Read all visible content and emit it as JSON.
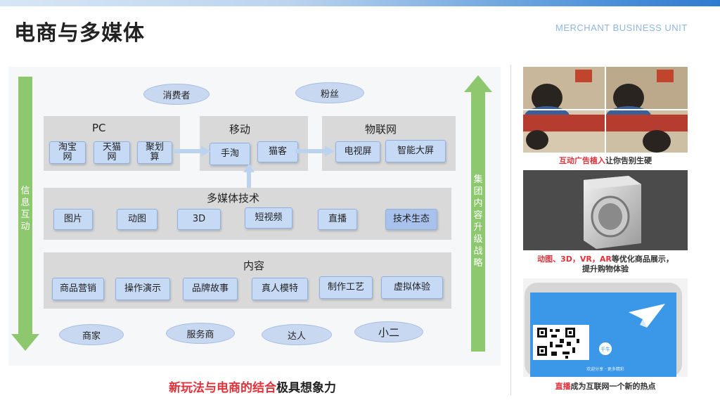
{
  "header": {
    "title": "电商与多媒体",
    "subtitle": "MERCHANT BUSINESS  UNIT"
  },
  "diagram": {
    "left_bar_label": [
      "信",
      "息",
      "互",
      "动"
    ],
    "right_bar_label": [
      "集",
      "团",
      "内",
      "容",
      "升",
      "级",
      "战",
      "略"
    ],
    "top_ovals": [
      "消费者",
      "粉丝"
    ],
    "pc": {
      "title": "PC",
      "items": [
        "淘宝\n网",
        "天猫\n网",
        "聚划\n算"
      ]
    },
    "mobile": {
      "title": "移动",
      "items": [
        "手淘",
        "猫客"
      ]
    },
    "iot": {
      "title": "物联网",
      "items": [
        "电视屏",
        "智能大屏"
      ]
    },
    "multimedia": {
      "title": "多媒体技术",
      "items": [
        "图片",
        "动图",
        "3D",
        "短视频",
        "直播",
        "技术生态"
      ]
    },
    "content": {
      "title": "内容",
      "items": [
        "商品营销",
        "操作演示",
        "品牌故事",
        "真人模特",
        "制作工艺",
        "虚拟体验"
      ]
    },
    "bottom_ovals": [
      "商家",
      "服务商",
      "达人",
      "小二"
    ]
  },
  "caption": {
    "highlight": "新玩法与电商的结合",
    "rest": "极具想象力"
  },
  "right_panel": [
    {
      "highlight": "互动广告植入",
      "rest": "让你告别生硬"
    },
    {
      "highlight": "动图、3D，VR，AR",
      "rest": "等优化商品展示，",
      "line2": "提升购物体验"
    },
    {
      "highlight": "直播",
      "rest": "成为互联网一个新的热点"
    }
  ],
  "phone": {
    "qr_label": "千牛",
    "bottom_text": "欢迎分享 · 更多精彩"
  },
  "colors": {
    "accent_red": "#e0323a",
    "bar_green": "#8dc86e",
    "chip_blue": "#c7daf5"
  }
}
